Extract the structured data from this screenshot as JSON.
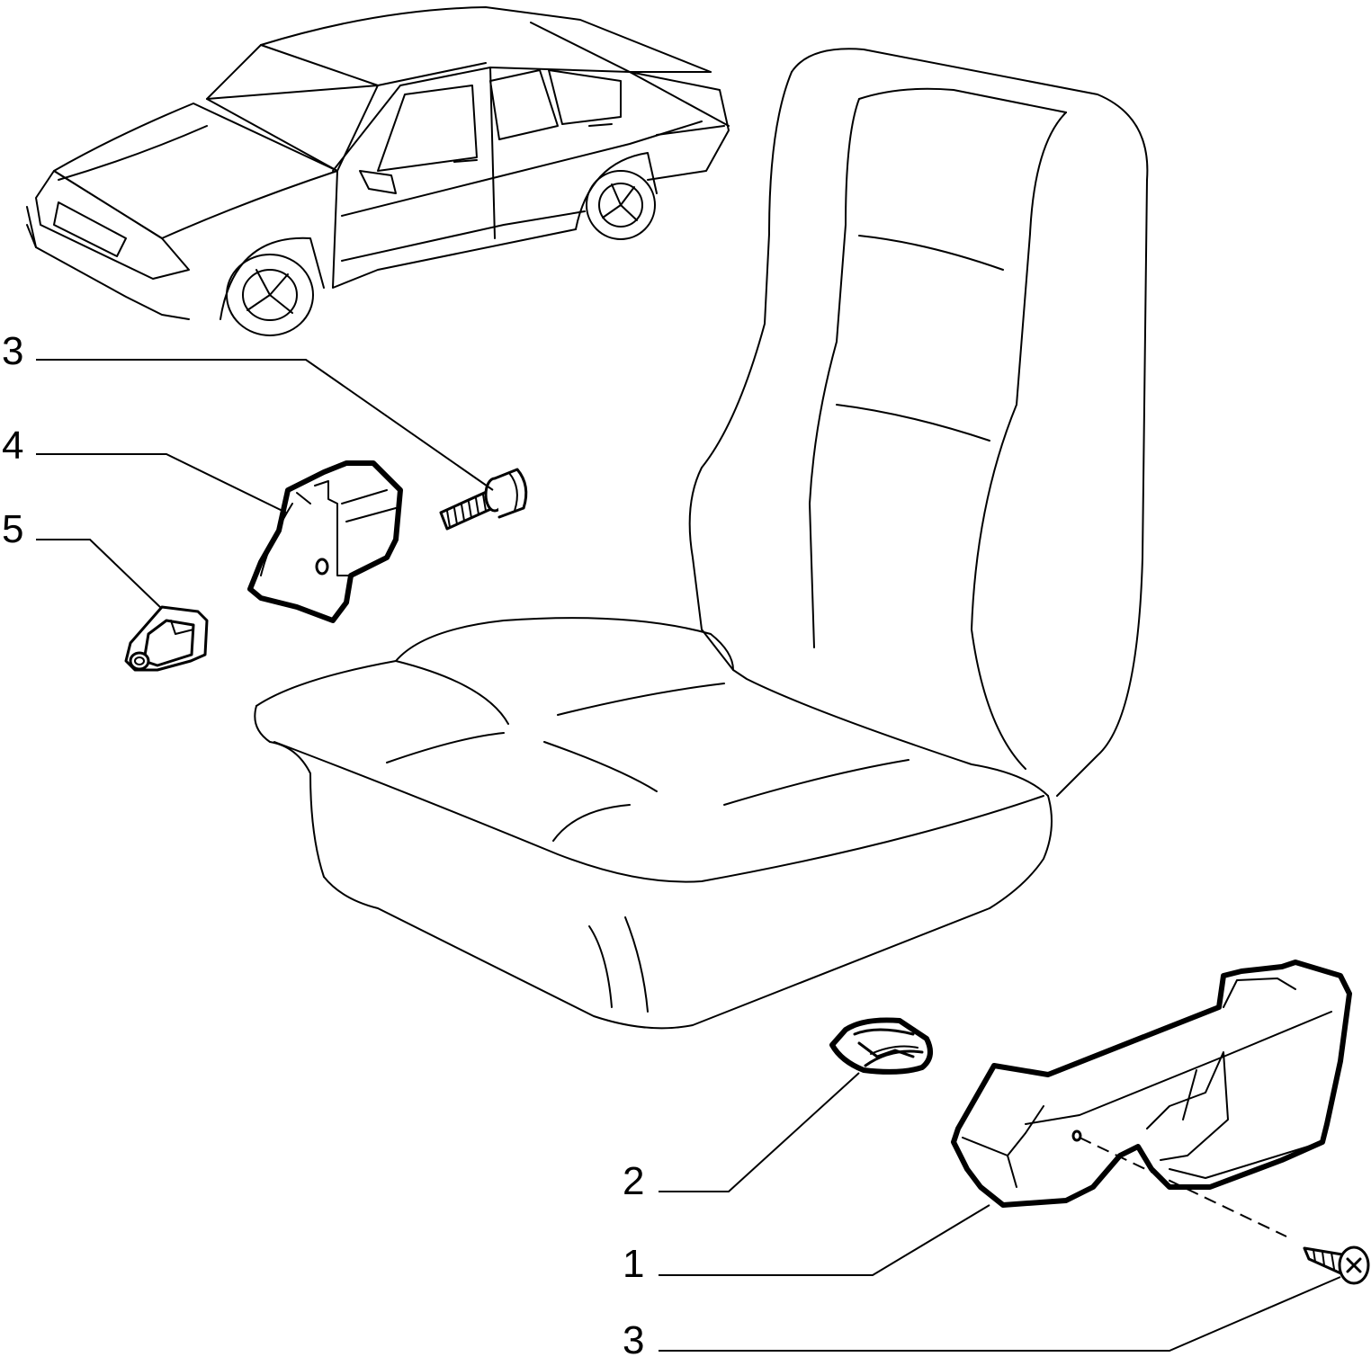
{
  "diagram": {
    "type": "exploded-parts-diagram",
    "callouts": [
      {
        "id": "c3a",
        "label": "3",
        "part": "bolt"
      },
      {
        "id": "c4",
        "label": "4",
        "part": "hinge-cover"
      },
      {
        "id": "c5",
        "label": "5",
        "part": "plug"
      },
      {
        "id": "c2",
        "label": "2",
        "part": "lever-knob"
      },
      {
        "id": "c1",
        "label": "1",
        "part": "side-trim-panel"
      },
      {
        "id": "c3b",
        "label": "3",
        "part": "screw"
      }
    ]
  }
}
